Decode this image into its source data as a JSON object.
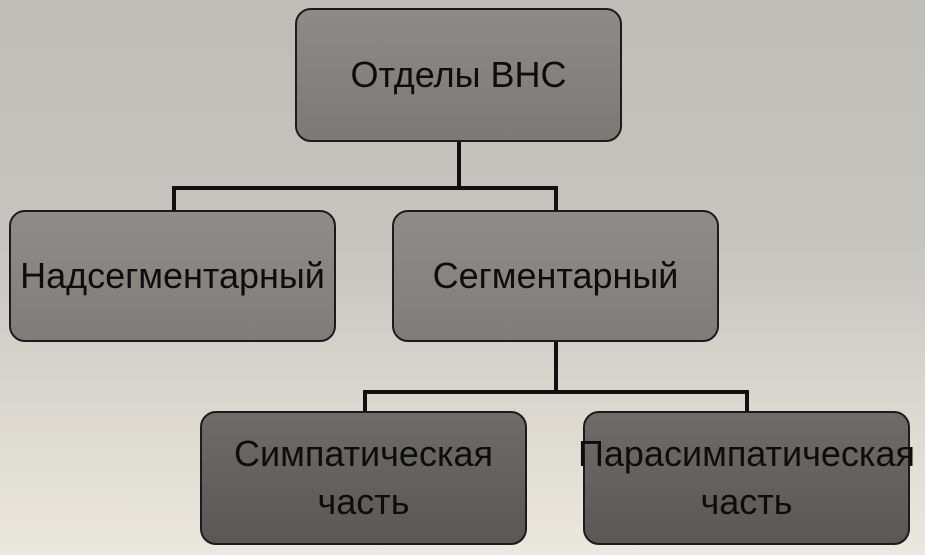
{
  "diagram": {
    "root": {
      "label": "Отделы ВНС"
    },
    "level2": [
      {
        "label": "Надсегментарный"
      },
      {
        "label": "Сегментарный"
      }
    ],
    "level3": [
      {
        "line1": "Симпатическая",
        "line2": "часть"
      },
      {
        "line1": "Парасимпатическая",
        "line2": "часть"
      }
    ]
  },
  "colors": {
    "connector": "#101010",
    "box_border": "#1c1c1c",
    "box_fill_upper": "#858380",
    "box_fill_lower": "#656360",
    "background": "#c7c5bf"
  }
}
